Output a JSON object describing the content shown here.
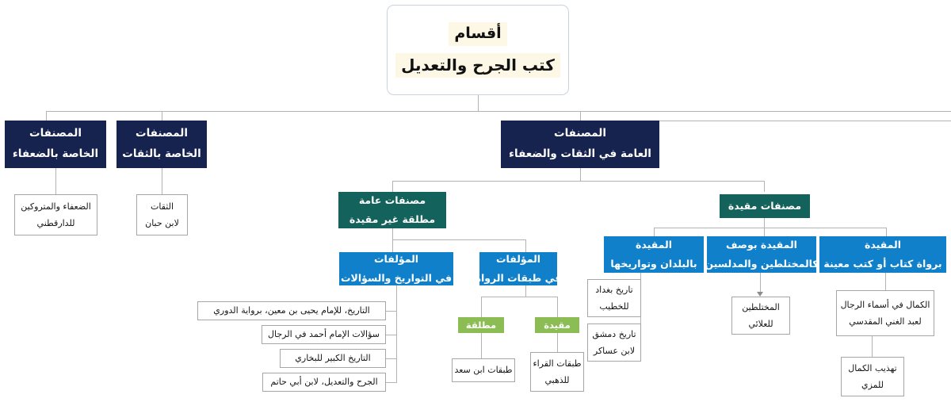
{
  "title": "أقسام كتب الجرح والتعديل",
  "colors": {
    "root_bg": "#ffffff",
    "root_highlight": "#fdf8e6",
    "navy": "#16234f",
    "teal": "#14625c",
    "blue": "#1180ca",
    "green": "#8cbd54",
    "leaf_border": "#a6a6a6",
    "connector": "#b3b3b3",
    "page_bg": "#ffffff"
  },
  "root": {
    "line1": "أقسام",
    "line2": "كتب الجرح والتعديل"
  },
  "level1": [
    {
      "line1": "المصنفات",
      "line2": "الخاصة بالضعفاء"
    },
    {
      "line1": "المصنفات",
      "line2": "الخاصة بالثقات"
    },
    {
      "line1": "المصنفات",
      "line2": "العامة في الثقات والضعفاء"
    }
  ],
  "leaves_l1": [
    {
      "line1": "الضعفاء والمتروكين",
      "line2": "للدارقطني"
    },
    {
      "line1": "الثقات",
      "line2": "لابن حبان"
    }
  ],
  "level2": [
    {
      "line1": "مصنفات عامة",
      "line2": "مطلقة غير مقيدة"
    },
    {
      "line1": "مصنفات مقيدة",
      "line2": ""
    }
  ],
  "level3_left": [
    {
      "line1": "المؤلفات",
      "line2": "في التواريخ والسؤالات"
    },
    {
      "line1": "المؤلفات",
      "line2": "في طبقات الرواة"
    }
  ],
  "level3_right": [
    {
      "line1": "المقيدة",
      "line2": "بالبلدان وتواريخها"
    },
    {
      "line1": "المقيدة بوصف",
      "line2": "كالمختلطين والمدلسين"
    },
    {
      "line1": "المقيدة",
      "line2": "برواة كتاب أو كتب معينة"
    }
  ],
  "tawarikh_leaves": [
    {
      "line1": "التاريخ، للإمام يحيى بن معين، برواية الدوري"
    },
    {
      "line1": "سؤالات الإمام أحمد في الرجال"
    },
    {
      "line1": "التاريخ الكبير للبخاري"
    },
    {
      "line1": "الجرح والتعديل، لابن أبي حاتم"
    }
  ],
  "tabaqat_tags": [
    {
      "label": "مطلقة"
    },
    {
      "label": "مقيدة"
    }
  ],
  "tabaqat_leaves": [
    {
      "line1": "طبقات ابن سعد",
      "line2": ""
    },
    {
      "line1": "طبقات القراء",
      "line2": "للذهبي"
    }
  ],
  "buldan_leaves": [
    {
      "line1": "تاريخ بغداد",
      "line2": "للخطيب"
    },
    {
      "line1": "تاريخ دمشق",
      "line2": "لابن عساكر"
    }
  ],
  "wasf_leaves": [
    {
      "line1": "المختلطين",
      "line2": "للعلائي"
    }
  ],
  "ruwat_leaves": [
    {
      "line1": "الكمال في أسماء الرجال",
      "line2": "لعبد الغني المقدسي"
    },
    {
      "line1": "تهذيب الكمال",
      "line2": "للمزي"
    }
  ]
}
